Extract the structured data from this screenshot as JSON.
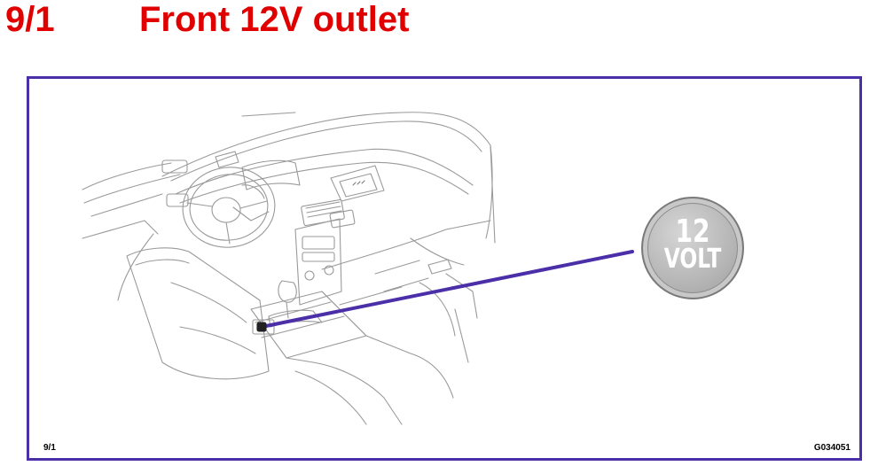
{
  "header": {
    "section_number": "9/1",
    "title": "Front 12V outlet"
  },
  "figure": {
    "badge": {
      "line1": "12",
      "line2": "VOLT"
    },
    "figure_id": "9/1",
    "figure_code": "G034051"
  },
  "colors": {
    "title": "#e00000",
    "frame": "#4b2fa8",
    "leader_line": "#4b2fa8",
    "drawing": "#9a9a9a"
  },
  "icons": [
    "car-interior-illustration",
    "power-outlet-icon",
    "12-volt-badge-icon"
  ]
}
